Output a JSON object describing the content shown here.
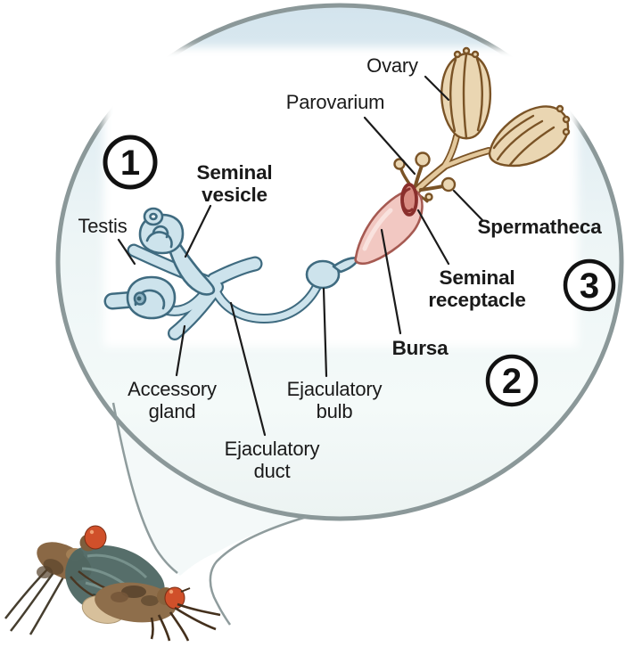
{
  "labels": {
    "ovary": "Ovary",
    "parovarium": "Parovarium",
    "seminal_vesicle": "Seminal\nvesicle",
    "testis": "Testis",
    "spermatheca": "Spermatheca",
    "seminal_receptacle": "Seminal\nreceptacle",
    "bursa": "Bursa",
    "accessory_gland": "Accessory\ngland",
    "ejaculatory_bulb": "Ejaculatory\nbulb",
    "ejaculatory_duct": "Ejaculatory\nduct"
  },
  "step_badges": {
    "b1": "1",
    "b2": "2",
    "b3": "3"
  },
  "illustrations": {
    "bubble": "magnifier-bubble",
    "male": "male-reproductive-organs-illustration",
    "female": "female-reproductive-organs-illustration",
    "flies": "mating-fruit-flies-photo"
  },
  "colors": {
    "bubble_border": "#8b9899",
    "tail_border": "#8f9c9d",
    "male_fill": "#cde3ec",
    "male_outline": "#3f6b80",
    "bursa_fill": "#f2c8c2",
    "bursa_outline": "#a65a52",
    "receptacle_outline": "#8a2f2c",
    "ovary_fill": "#ead6b2",
    "ovary_outline": "#7a5326",
    "fly_eye": "#d0502a",
    "leader_line": "#1b1b1b",
    "text": "#1a1a1a"
  }
}
